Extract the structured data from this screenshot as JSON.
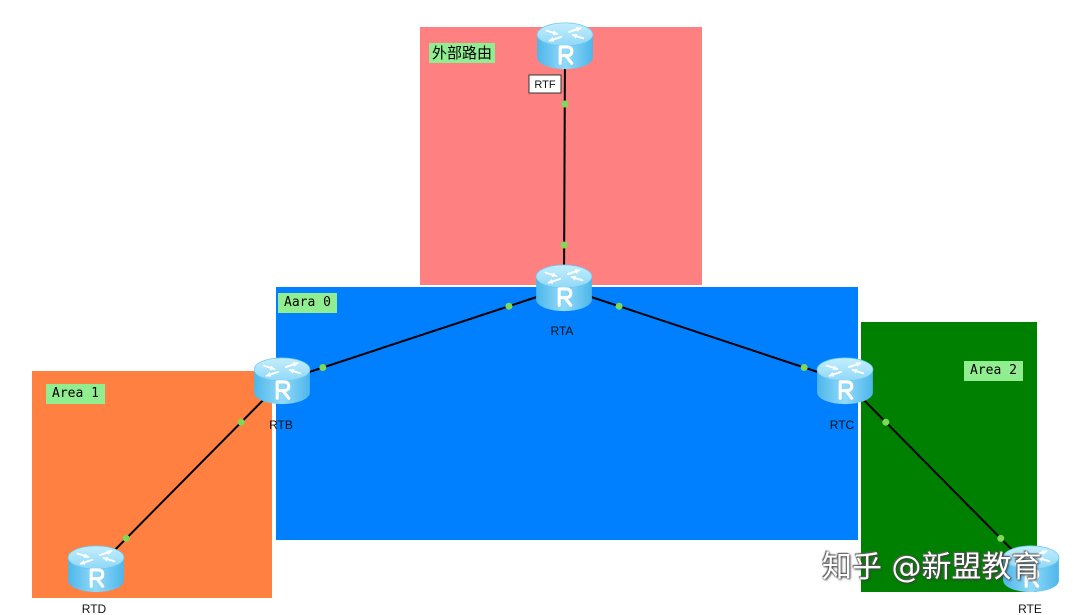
{
  "areas": [
    {
      "label": "外部路由",
      "color": "#FF8080"
    },
    {
      "label": "Aara 0",
      "color": "#0080FF"
    },
    {
      "label": "Area 1",
      "color": "#FF8040"
    },
    {
      "label": "Area 2",
      "color": "#008000"
    }
  ],
  "routers": [
    {
      "name": "RTF",
      "icon": "router-icon"
    },
    {
      "name": "RTA",
      "icon": "router-icon"
    },
    {
      "name": "RTB",
      "icon": "router-icon"
    },
    {
      "name": "RTC",
      "icon": "router-icon"
    },
    {
      "name": "RTD",
      "icon": "router-icon"
    },
    {
      "name": "RTE",
      "icon": "router-icon"
    }
  ],
  "links": [
    {
      "from": "RTF",
      "to": "RTA"
    },
    {
      "from": "RTA",
      "to": "RTB"
    },
    {
      "from": "RTA",
      "to": "RTC"
    },
    {
      "from": "RTB",
      "to": "RTD"
    },
    {
      "from": "RTC",
      "to": "RTE"
    }
  ],
  "colors": {
    "link": "#000000",
    "port_up": "#7ED957",
    "area_label_bg": "#90EE90",
    "background": "#FFFFFF"
  },
  "watermark": "知乎 @新盟教育"
}
